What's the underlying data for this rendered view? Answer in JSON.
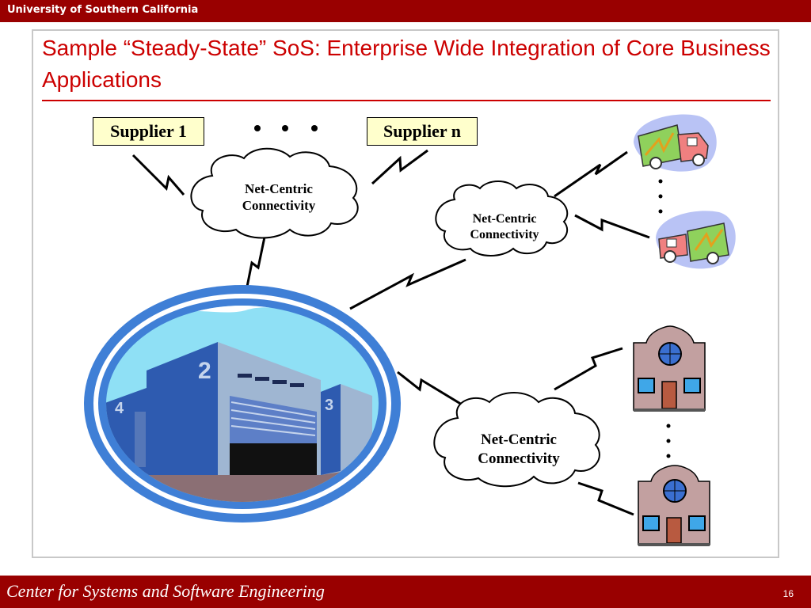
{
  "header": {
    "institution": "University of Southern California"
  },
  "slide": {
    "title": "Sample “Steady-State” SoS:  Enterprise Wide Integration of Core Business Applications"
  },
  "diagram": {
    "supplier_1": "Supplier 1",
    "supplier_n": "Supplier n",
    "cloud_top": "Net-Centric Connectivity",
    "cloud_mid": "Net-Centric Connectivity",
    "cloud_bottom": "Net-Centric Connectivity",
    "warehouse_numbers": [
      "2",
      "3",
      "4"
    ],
    "icons": [
      "warehouse-icon",
      "delivery-truck-icon",
      "storefront-icon",
      "ellipsis-icon"
    ],
    "colors": {
      "brand": "#990000",
      "title": "#cc0000",
      "supplier_box": "#ffffcc",
      "oval": "#3f7fd6",
      "sky": "#8fe0f5",
      "building": "#2e5bb0"
    }
  },
  "footer": {
    "center_name": "Center for Systems and Software Engineering",
    "page_number": "16"
  }
}
